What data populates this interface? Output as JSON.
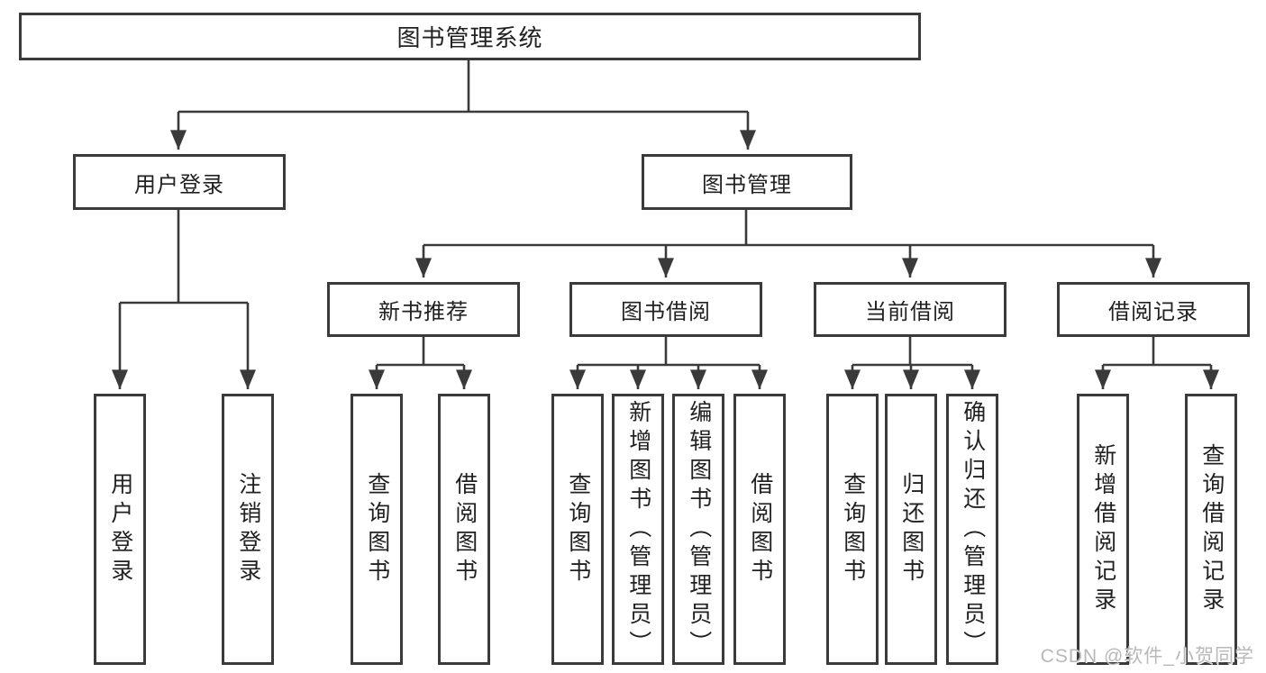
{
  "tree": {
    "label": "图书管理系统",
    "children": [
      {
        "label": "用户登录",
        "children": [
          {
            "label": "用户登录"
          },
          {
            "label": "注销登录"
          }
        ]
      },
      {
        "label": "图书管理",
        "children": [
          {
            "label": "新书推荐",
            "children": [
              {
                "label": "查询图书"
              },
              {
                "label": "借阅图书"
              }
            ]
          },
          {
            "label": "图书借阅",
            "children": [
              {
                "label": "查询图书"
              },
              {
                "label": "新增图书（管理员）"
              },
              {
                "label": "编辑图书（管理员）"
              },
              {
                "label": "借阅图书"
              }
            ]
          },
          {
            "label": "当前借阅",
            "children": [
              {
                "label": "查询图书"
              },
              {
                "label": "归还图书"
              },
              {
                "label": "确认归还（管理员）"
              }
            ]
          },
          {
            "label": "借阅记录",
            "children": [
              {
                "label": "新增借阅记录"
              },
              {
                "label": "查询借阅记录"
              }
            ]
          }
        ]
      }
    ]
  },
  "watermark": {
    "text": "CSDN @软件_小贺同学"
  },
  "colors": {
    "line": "#3a3a3a",
    "text": "#212121",
    "watermark": "#b8b8b8",
    "background": "#ffffff"
  }
}
